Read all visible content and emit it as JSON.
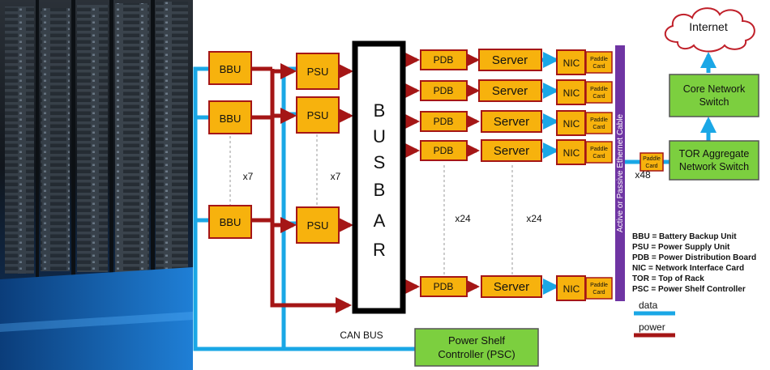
{
  "labels": {
    "bbu": "BBU",
    "psu": "PSU",
    "pdb": "PDB",
    "server": "Server",
    "nic": "NIC",
    "paddle_line1": "Paddle",
    "paddle_line2": "Card",
    "busbar_letters": [
      "B",
      "U",
      "S",
      "B",
      "A",
      "R"
    ],
    "x7": "x7",
    "x24": "x24",
    "x48": "x48",
    "can_bus": "CAN BUS",
    "psc_line1": "Power Shelf",
    "psc_line2": "Controller (PSC)",
    "tor_line1": "TOR Aggregate",
    "tor_line2": "Network Switch",
    "core_line1": "Core Network",
    "core_line2": "Switch",
    "internet": "Internet",
    "ethernet_cable": "Active or Passive Ethernet Cable"
  },
  "legend": {
    "abbreviations": [
      "BBU = Battery Backup Unit",
      "PSU = Power Supply Unit",
      "PDB = Power Distribution Board",
      "NIC = Network Interface Card",
      "TOR = Top of Rack",
      "PSC = Power Shelf Controller"
    ],
    "data_label": "data",
    "power_label": "power"
  },
  "colors": {
    "data_line": "#1aa7e6",
    "power_line": "#a51616",
    "component_fill": "#f7b20d",
    "component_stroke": "#a51616",
    "switch_fill": "#7ccf3f",
    "switch_stroke": "#555555",
    "ethernet_bar": "#6f35a3",
    "busbar_stroke": "#000000"
  }
}
